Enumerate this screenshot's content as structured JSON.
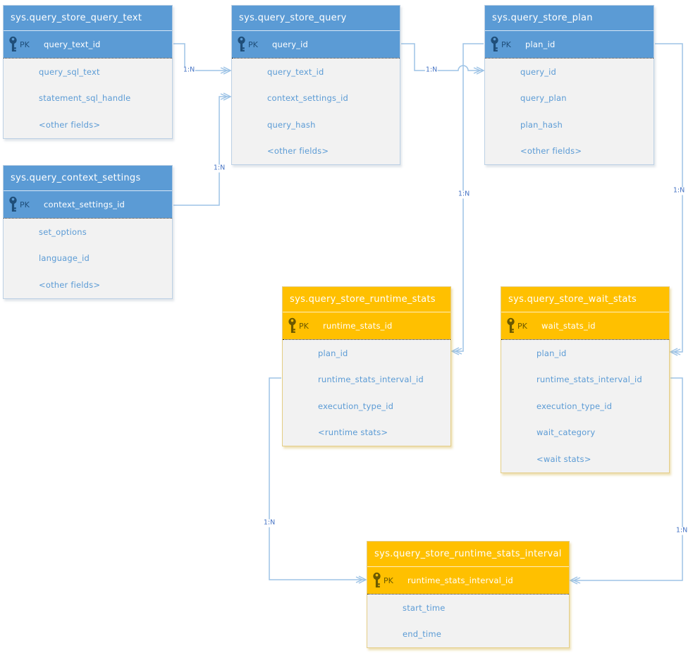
{
  "diagram_type": "entity-relationship",
  "colors": {
    "table_header_blue": "#5b9bd5",
    "table_header_orange": "#ffc000",
    "title_text": "#ffffff",
    "pk_icon_blue": "#1f4e79",
    "pk_icon_orange": "#6b5900",
    "pk_field_text": "#ffffff",
    "field_text": "#5b9bd5",
    "body_background": "#f2f2f2",
    "connector_line": "#9dc3e6",
    "cardinality_text": "#4472c4"
  },
  "tables": [
    {
      "id": "query_store_query_text",
      "theme": "blue",
      "title": "sys.query_store_query_text",
      "pk": {
        "label": "PK",
        "field": "query_text_id"
      },
      "fields": [
        "query_sql_text",
        "statement_sql_handle",
        "<other fields>"
      ]
    },
    {
      "id": "query_store_query",
      "theme": "blue",
      "title": "sys.query_store_query",
      "pk": {
        "label": "PK",
        "field": "query_id"
      },
      "fields": [
        "query_text_id",
        "context_settings_id",
        "query_hash",
        "<other fields>"
      ]
    },
    {
      "id": "query_store_plan",
      "theme": "blue",
      "title": "sys.query_store_plan",
      "pk": {
        "label": "PK",
        "field": "plan_id"
      },
      "fields": [
        "query_id",
        "query_plan",
        "plan_hash",
        "<other fields>"
      ]
    },
    {
      "id": "query_context_settings",
      "theme": "blue",
      "title": "sys.query_context_settings",
      "pk": {
        "label": "PK",
        "field": "context_settings_id"
      },
      "fields": [
        "set_options",
        "language_id",
        "<other fields>"
      ]
    },
    {
      "id": "query_store_runtime_stats",
      "theme": "orange",
      "title": "sys.query_store_runtime_stats",
      "pk": {
        "label": "PK",
        "field": "runtime_stats_id"
      },
      "fields": [
        "plan_id",
        "runtime_stats_interval_id",
        "execution_type_id",
        "<runtime stats>"
      ]
    },
    {
      "id": "query_store_wait_stats",
      "theme": "orange",
      "title": "sys.query_store_wait_stats",
      "pk": {
        "label": "PK",
        "field": "wait_stats_id"
      },
      "fields": [
        "plan_id",
        "runtime_stats_interval_id",
        "execution_type_id",
        "wait_category",
        "<wait stats>"
      ]
    },
    {
      "id": "query_store_runtime_stats_interval",
      "theme": "orange",
      "title": "sys.query_store_runtime_stats_interval",
      "pk": {
        "label": "PK",
        "field": "runtime_stats_interval_id"
      },
      "fields": [
        "start_time",
        "end_time"
      ]
    }
  ],
  "connectors": [
    {
      "id": "fk_query_text",
      "label": "1:N",
      "from": "sys.query_store_query_text.query_text_id",
      "to": "sys.query_store_query.query_text_id"
    },
    {
      "id": "fk_context_settings",
      "label": "1:N",
      "from": "sys.query_context_settings.context_settings_id",
      "to": "sys.query_store_query.context_settings_id"
    },
    {
      "id": "fk_query",
      "label": "1:N",
      "from": "sys.query_store_query.query_id",
      "to": "sys.query_store_plan.query_id"
    },
    {
      "id": "fk_plan_runtime",
      "label": "1:N",
      "from": "sys.query_store_plan.plan_id",
      "to": "sys.query_store_runtime_stats.plan_id"
    },
    {
      "id": "fk_plan_wait",
      "label": "1:N",
      "from": "sys.query_store_plan.plan_id",
      "to": "sys.query_store_wait_stats.plan_id"
    },
    {
      "id": "fk_interval_runtime",
      "label": "1:N",
      "from": "sys.query_store_runtime_stats.runtime_stats_interval_id",
      "to": "sys.query_store_runtime_stats_interval.runtime_stats_interval_id"
    },
    {
      "id": "fk_interval_wait",
      "label": "1:N",
      "from": "sys.query_store_wait_stats.runtime_stats_interval_id",
      "to": "sys.query_store_runtime_stats_interval.runtime_stats_interval_id"
    }
  ]
}
